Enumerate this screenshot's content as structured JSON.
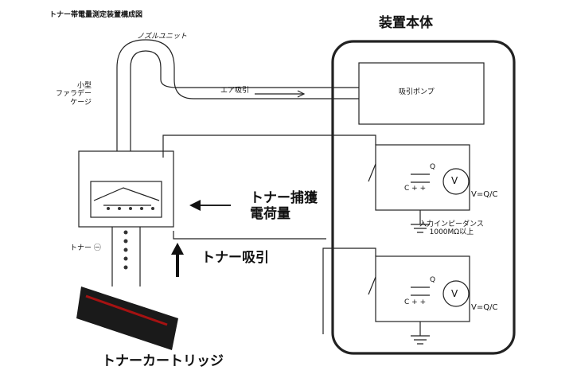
{
  "title": "トナー帯電量測定装置構成図",
  "nozzle_label": "ノズルユニット",
  "faraday_label": [
    "小型",
    "ファラデー",
    "ケージ"
  ],
  "device_body_label": "装置本体",
  "air_label": "エア吸引",
  "pump_label": "吸引ポンプ",
  "meter_symbol": "V",
  "formula": "V=Q/C",
  "impedance_label": [
    "入力インピーダンス",
    "1000MΩ以上"
  ],
  "capture_label": [
    "トナー捕獲",
    "電荷量"
  ],
  "suction_label": "トナー吸引",
  "toner_minus_label": "トナー ㊀",
  "cartridge_label": "トナーカートリッジ",
  "charge_q": "Q",
  "capacitor_c": "C",
  "cap1_sign": "+ +",
  "cap2_sign": "+ +"
}
